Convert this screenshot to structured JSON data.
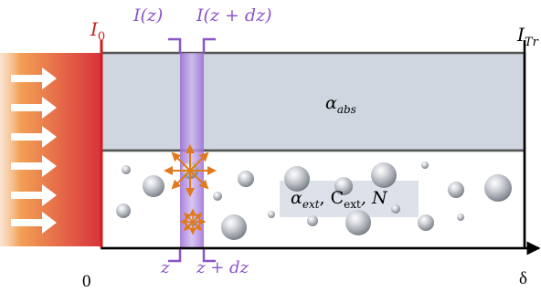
{
  "labels": {
    "i0_main": "I",
    "i0_sub": "0",
    "i_z": "I(z)",
    "i_z_dz": "I(z + dz)",
    "i_tr_main": "I",
    "i_tr_sub": "Tr",
    "alpha_abs_main": "α",
    "alpha_abs_sub": "abs",
    "alpha_ext_main": "α",
    "alpha_ext_sub": "ext",
    "c_ext_main": ", C",
    "c_ext_sub": "ext",
    "n_label": ", N",
    "z_bottom": "z",
    "z_dz_bottom": "z + dz",
    "origin": "0",
    "thickness": "δ"
  },
  "colors": {
    "incident_gradient_left": "#f2a054",
    "incident_gradient_right": "#d8323c",
    "i0_red": "#cc1f1f",
    "slice_purple": "#8a55c8",
    "absorbing_layer": "#d0d6e0",
    "ext_box": "#dde2ea",
    "scatter_arrows": "#e07a1f",
    "axis": "#000000"
  }
}
